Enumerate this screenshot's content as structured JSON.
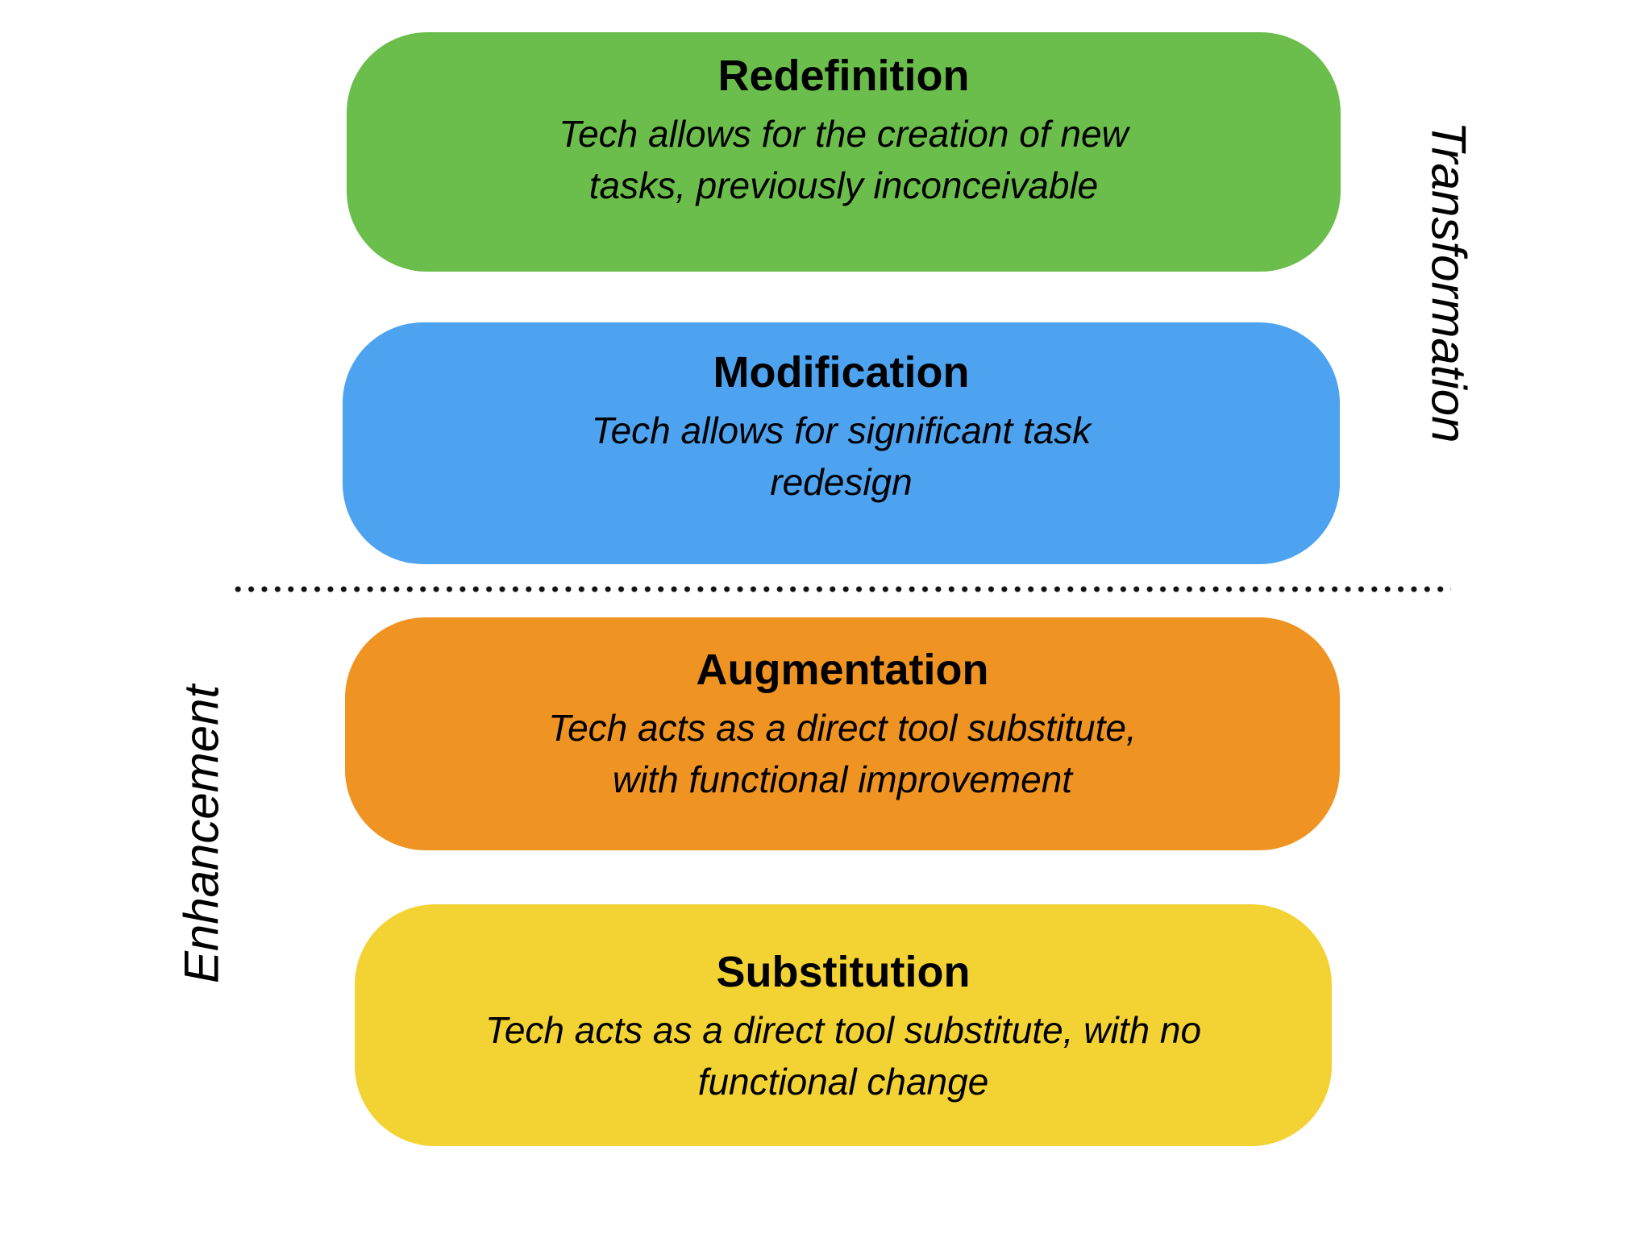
{
  "side_labels": {
    "transformation": "Transformation",
    "enhancement": "Enhancement"
  },
  "levels": [
    {
      "title": "Redefinition",
      "desc_lines": [
        "Tech allows for the creation of new",
        "tasks, previously inconceivable"
      ],
      "color": "#6bbe4b"
    },
    {
      "title": "Modification",
      "desc_lines": [
        "Tech allows for significant task",
        "redesign"
      ],
      "color": "#4ea3f1"
    },
    {
      "title": "Augmentation",
      "desc_lines": [
        "Tech acts as a direct tool substitute,",
        "with functional improvement"
      ],
      "color": "#ef9322"
    },
    {
      "title": "Substitution",
      "desc_lines": [
        "Tech acts as a direct tool substitute, with no",
        "functional change"
      ],
      "color": "#f3d233"
    }
  ],
  "text_color": "#000000",
  "divider_color": "#121212"
}
